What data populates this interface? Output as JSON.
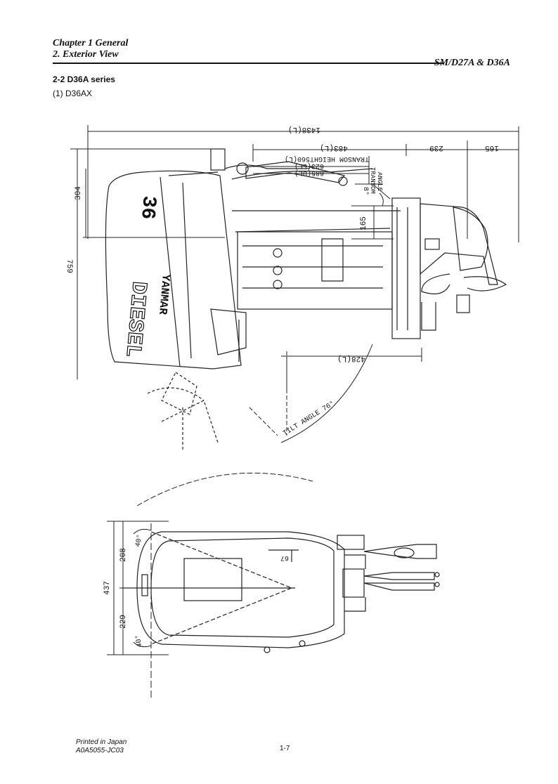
{
  "header": {
    "chapter": "Chapter 1 General",
    "section": "2. Exterior View",
    "model": "SM/D27A & D36A"
  },
  "section_title": "2-2 D36A series",
  "subsection_title": "(1) D36AX",
  "drawing": {
    "dim_overall_length": "1438(L)",
    "dim_483": "483(L)",
    "dim_239": "239",
    "dim_165_top": "165",
    "transom_height_label": "TRANSOM HEIGHT560(L)",
    "dim_623": "623(LL)",
    "dim_685": "685(UL)",
    "transom_angle_deg": "8°",
    "transom_angle_label_1": "TRANSOM",
    "transom_angle_label_2": "ANGLE",
    "dim_165_side": "165",
    "dim_304": "304",
    "dim_759": "759",
    "dim_428": "428(L)",
    "tilt_angle_label": "TILT ANGLE 76°",
    "cowl_brand": "YANMAR",
    "cowl_model": "DIESEL",
    "cowl_number": "36",
    "dim_437": "437",
    "dim_208": "208",
    "dim_229": "229",
    "angle_40_top": "40°",
    "angle_40_bottom": "40°",
    "dim_67": "67"
  },
  "footer": {
    "printed": "Printed in Japan",
    "code": "A0A5055-JC03",
    "page": "1-7"
  }
}
